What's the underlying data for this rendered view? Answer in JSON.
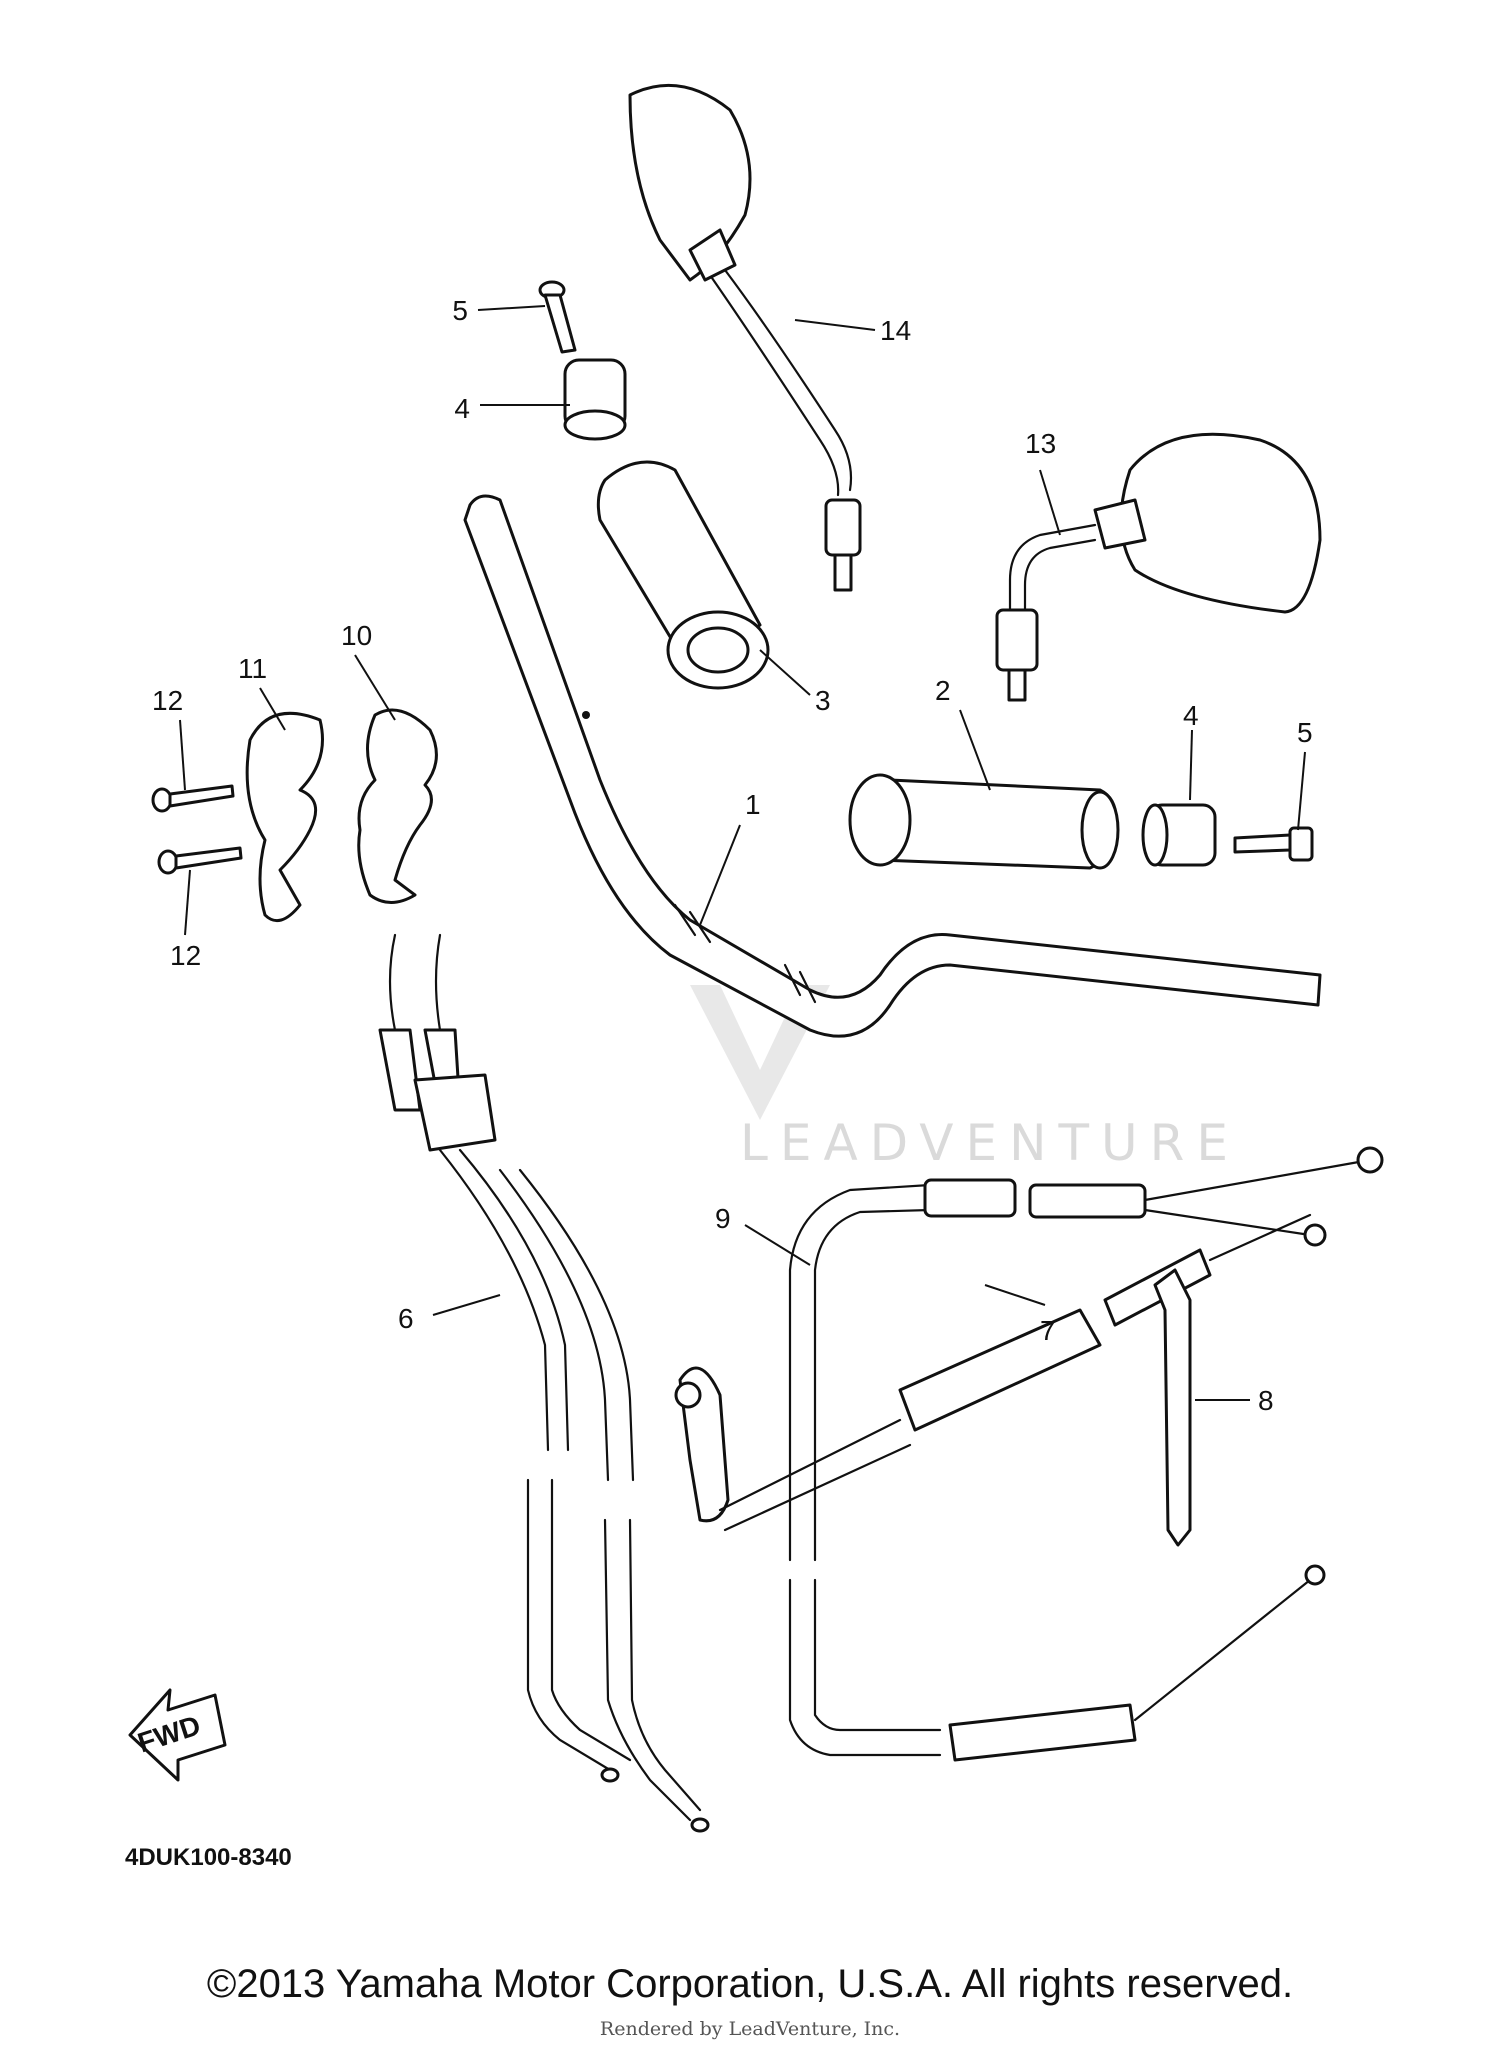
{
  "diagram": {
    "callouts": [
      "1",
      "2",
      "3",
      "4",
      "5",
      "6",
      "7",
      "8",
      "9",
      "10",
      "11",
      "12",
      "13",
      "14"
    ],
    "fwd_label": "FWD",
    "diagram_code": "4DUK100-8340",
    "watermark": "LEADVENTURE"
  },
  "footer": {
    "copyright": "©2013 Yamaha Motor Corporation, U.S.A. All rights reserved.",
    "rendered_by": "Rendered by LeadVenture, Inc."
  }
}
